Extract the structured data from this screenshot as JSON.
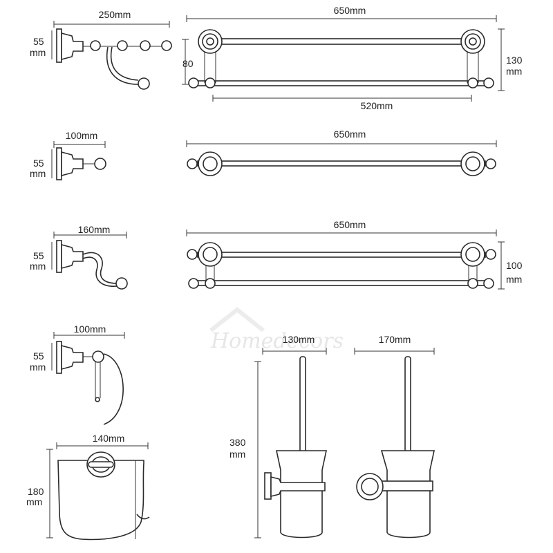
{
  "colors": {
    "line": "#2a2a2a",
    "text": "#222222",
    "watermark": "#e6e6e6"
  },
  "watermark": "Homedecors",
  "dimensions": {
    "robe_hook_5_width": "250mm",
    "robe_hook_5_depth": "55",
    "robe_hook_5_depth_unit": "mm",
    "double_rack_top_width": "650mm",
    "double_rack_top_spacing": "80",
    "double_rack_top_height": "130",
    "double_rack_top_height_unit": "mm",
    "double_rack_top_inner": "520mm",
    "single_hook_width": "100mm",
    "single_hook_depth": "55",
    "single_hook_depth_unit": "mm",
    "single_bar_width": "650mm",
    "hook_width": "160mm",
    "hook_depth": "55",
    "hook_depth_unit": "mm",
    "double_bar_width": "650mm",
    "double_bar_height": "100",
    "double_bar_height_unit": "mm",
    "paper_holder_open_width": "100mm",
    "paper_holder_open_depth": "55",
    "paper_holder_open_depth_unit": "mm",
    "paper_holder_covered_width": "140mm",
    "paper_holder_covered_height": "180",
    "paper_holder_covered_height_unit": "mm",
    "brush_side_width": "130mm",
    "brush_height": "380",
    "brush_height_unit": "mm",
    "brush_front_width": "170mm"
  }
}
